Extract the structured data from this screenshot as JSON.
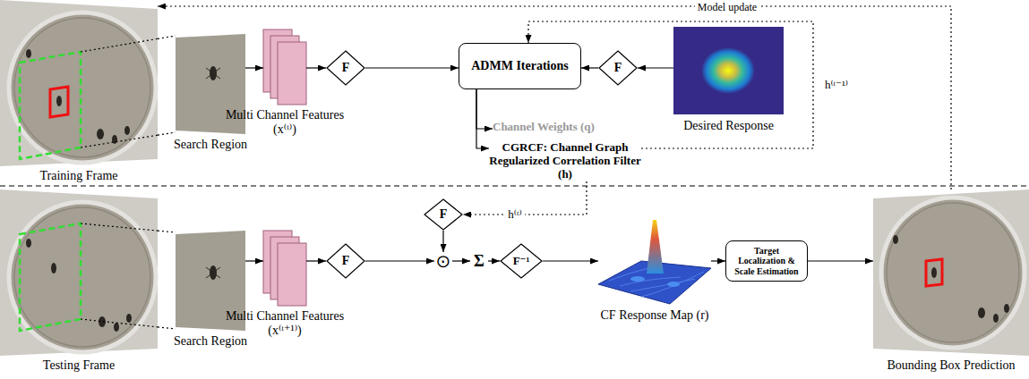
{
  "diagram": {
    "nodes": [
      {
        "text": [
          "Training Frame"
        ]
      },
      {
        "text": [
          "Search Region"
        ]
      },
      {
        "text": [
          "Multi Channel Features (x⁽ᵗ⁾)"
        ]
      },
      {
        "text": [
          "F"
        ]
      },
      {
        "text": [
          "ADMM Iterations"
        ]
      },
      {
        "text": [
          "F"
        ]
      },
      {
        "text": [
          "Desired Response"
        ]
      },
      {
        "text": [
          "Channel Weights (q)"
        ]
      },
      {
        "text": [
          "CGRCF: Channel Graph Regularized Correlation Filter (h)"
        ]
      },
      {
        "text": [
          "Testing Frame"
        ]
      },
      {
        "text": [
          "Search Region"
        ]
      },
      {
        "text": [
          "Multi Channel Features (x⁽ᵗ⁺¹⁾)"
        ]
      },
      {
        "text": [
          "F"
        ]
      },
      {
        "text": [
          "F"
        ]
      },
      {
        "text": [
          "⊙"
        ]
      },
      {
        "text": [
          "Σ"
        ]
      },
      {
        "text": [
          "F⁻¹"
        ]
      },
      {
        "text": [
          "CF Response Map (r)"
        ]
      },
      {
        "text": [
          "Target Localization & Scale Estimation"
        ]
      },
      {
        "text": [
          "Bounding Box Prediction"
        ]
      }
    ],
    "edges": [
      {
        "from": 0,
        "to": 1,
        "arrow": "none"
      },
      {
        "from": 1,
        "to": 2,
        "arrow": "to"
      },
      {
        "from": 2,
        "to": 3,
        "arrow": "to"
      },
      {
        "from": 3,
        "to": 4,
        "arrow": "to"
      },
      {
        "from": 6,
        "to": 5,
        "arrow": "to"
      },
      {
        "from": 5,
        "to": 4,
        "arrow": "to"
      },
      {
        "from": 4,
        "to": 7,
        "arrow": "to"
      },
      {
        "from": 4,
        "to": 8,
        "arrow": "to"
      },
      {
        "from": 8,
        "to": 4,
        "label": "h⁽ᵗ⁻¹⁾",
        "arrow": "to"
      },
      {
        "from": 8,
        "to": 13,
        "label": "h⁽ᵗ⁾",
        "arrow": "to"
      },
      {
        "from": 19,
        "to": 0,
        "label": "Model update",
        "arrow": "to"
      },
      {
        "from": 9,
        "to": 10,
        "arrow": "none"
      },
      {
        "from": 10,
        "to": 11,
        "arrow": "to"
      },
      {
        "from": 11,
        "to": 12,
        "arrow": "to"
      },
      {
        "from": 12,
        "to": 14,
        "arrow": "to"
      },
      {
        "from": 13,
        "to": 14,
        "arrow": "to"
      },
      {
        "from": 14,
        "to": 15,
        "arrow": "to"
      },
      {
        "from": 15,
        "to": 16,
        "arrow": "to"
      },
      {
        "from": 16,
        "to": 17,
        "arrow": "to"
      },
      {
        "from": 17,
        "to": 18,
        "arrow": "to"
      },
      {
        "from": 18,
        "to": 19,
        "arrow": "to"
      }
    ]
  }
}
